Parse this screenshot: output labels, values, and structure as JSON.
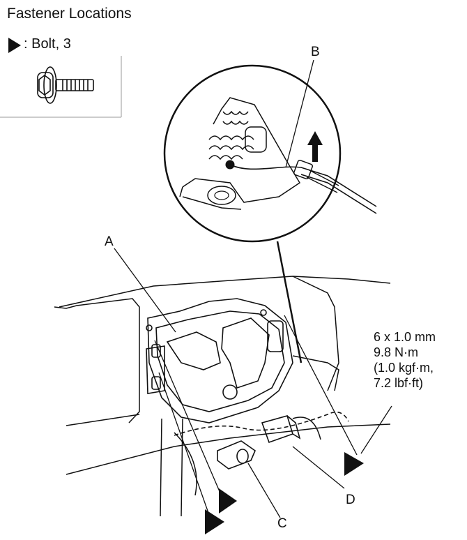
{
  "title": "Fastener Locations",
  "legend": {
    "symbol_icon": "triangle-marker-icon",
    "text": ": Bolt, 3",
    "bolt_icon": "bolt-icon"
  },
  "callouts": {
    "a": "A",
    "b": "B",
    "c": "C",
    "d": "D"
  },
  "torque_spec": {
    "line1": "6 x 1.0 mm",
    "line2": "9.8 N·m",
    "line3": "(1.0 kgf·m,",
    "line4": "7.2 lbf·ft)"
  },
  "colors": {
    "ink": "#111111",
    "background": "#ffffff"
  }
}
